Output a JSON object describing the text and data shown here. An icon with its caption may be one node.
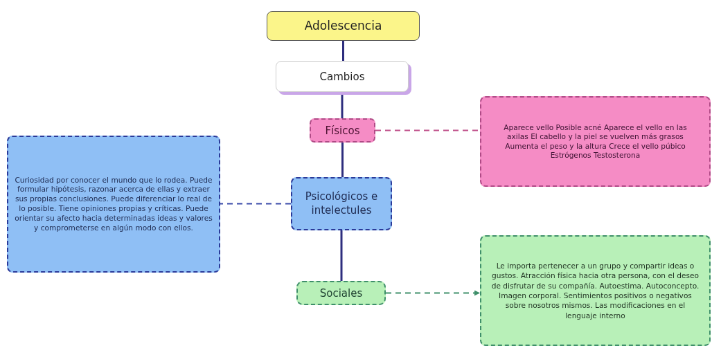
{
  "diagram": {
    "nodes": [
      {
        "text": [
          "Adolescencia"
        ]
      },
      {
        "text": [
          "Cambios"
        ]
      },
      {
        "text": [
          "Físicos"
        ]
      },
      {
        "text": [
          "Aparece vello Posible acné Aparece el vello en las axilas El cabello y la piel se vuelven más grasos Aumenta el peso y la altura Crece el vello púbico Estrógenos Testosterona"
        ]
      },
      {
        "text": [
          "Curiosidad por conocer el mundo que lo rodea. Puede formular hipótesis, razonar acerca de ellas y extraer sus propias conclusiones. Puede diferenciar lo real de lo posible. Tiene opiniones propias y críticas. Puede orientar su afecto hacia determinadas ideas y valores y comprometerse en algún modo con ellos."
        ]
      },
      {
        "text": [
          "Psicológicos e intelectules"
        ]
      },
      {
        "text": [
          "Sociales"
        ]
      },
      {
        "text": [
          "Le importa pertenecer a un grupo y compartir ideas o gustos. Atracción física hacia otra persona, con el deseo de disfrutar de su compañía. Autoestima. Autoconcepto. Imagen corporal. Sentimientos positivos o negativos sobre nosotros mismos. Las modificaciones en el lenguaje interno"
        ]
      }
    ],
    "edges": [
      {
        "from": 0,
        "to": 1,
        "arrow": "none"
      },
      {
        "from": 1,
        "to": 2,
        "arrow": "none"
      },
      {
        "from": 2,
        "to": 5,
        "arrow": "none"
      },
      {
        "from": 5,
        "to": 6,
        "arrow": "none"
      },
      {
        "from": 2,
        "to": 3,
        "arrow": "none",
        "style": "dashed",
        "color": "#c0508a"
      },
      {
        "from": 5,
        "to": 4,
        "arrow": "none",
        "style": "dashed",
        "color": "#3a4aa8"
      },
      {
        "from": 6,
        "to": 7,
        "arrow": "to",
        "style": "dashed",
        "color": "#3f8f6a"
      }
    ]
  }
}
